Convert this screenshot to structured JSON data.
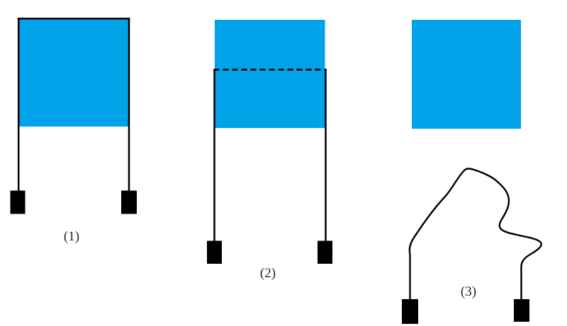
{
  "colors": {
    "background": "#FFFFFF",
    "flag": "#00A2E8",
    "line": "#000000",
    "label": "#23232E"
  },
  "figures": [
    {
      "label": "(1)"
    },
    {
      "label": "(2)"
    },
    {
      "label": "(3)"
    }
  ]
}
